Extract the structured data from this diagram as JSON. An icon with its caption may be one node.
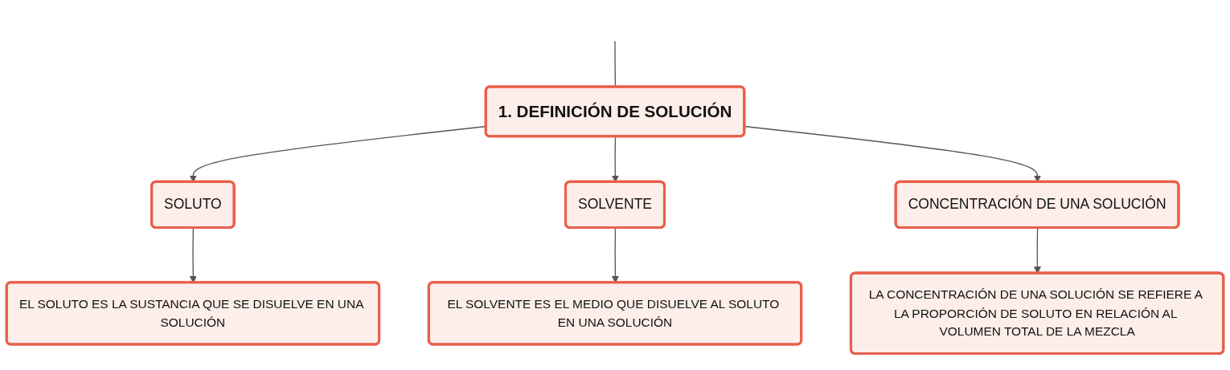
{
  "diagram": {
    "nodes": [
      {
        "text": [
          "1. DEFINICIÓN DE SOLUCIÓN"
        ]
      },
      {
        "text": [
          "SOLUTO"
        ]
      },
      {
        "text": [
          "SOLVENTE"
        ]
      },
      {
        "text": [
          "CONCENTRACIÓN DE UNA SOLUCIÓN"
        ]
      },
      {
        "text": [
          "EL SOLUTO ES LA SUSTANCIA QUE SE DISUELVE EN UNA SOLUCIÓN"
        ]
      },
      {
        "text": [
          "EL SOLVENTE ES EL MEDIO QUE DISUELVE AL SOLUTO EN UNA SOLUCIÓN"
        ]
      },
      {
        "text": [
          "LA CONCENTRACIÓN DE UNA SOLUCIÓN SE REFIERE A LA PROPORCIÓN DE SOLUTO EN RELACIÓN AL VOLUMEN TOTAL DE LA MEZCLA"
        ]
      }
    ],
    "edges": [
      {
        "from": null,
        "to": 0,
        "arrow": "none"
      },
      {
        "from": 0,
        "to": 1,
        "arrow": "to"
      },
      {
        "from": 0,
        "to": 2,
        "arrow": "to"
      },
      {
        "from": 0,
        "to": 3,
        "arrow": "to"
      },
      {
        "from": 1,
        "to": 4,
        "arrow": "to"
      },
      {
        "from": 2,
        "to": 5,
        "arrow": "to"
      },
      {
        "from": 3,
        "to": 6,
        "arrow": "to"
      }
    ]
  }
}
